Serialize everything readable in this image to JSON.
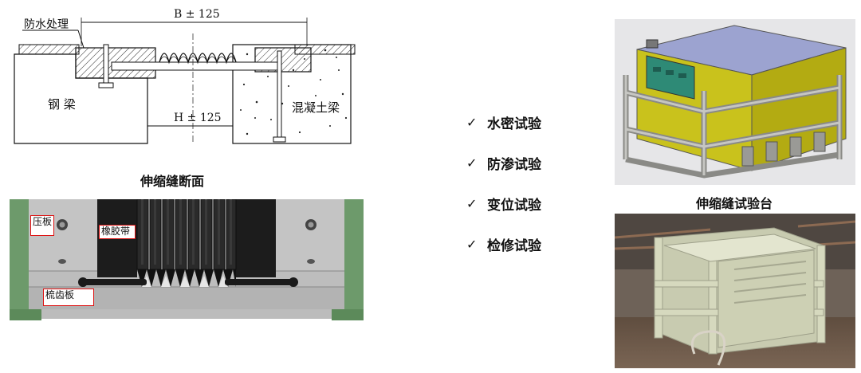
{
  "cross_section": {
    "label_waterproof": "防水处理",
    "label_b": "B ± 125",
    "label_h": "H ± 125",
    "label_steel_beam": "钢 梁",
    "label_concrete_beam": "混凝土梁",
    "caption": "伸缩缝断面"
  },
  "model_3d": {
    "label_press_plate": "压板",
    "label_rubber_band": "橡胶带",
    "label_comb_plate": "梳齿板"
  },
  "tests": {
    "check_symbol": "✓",
    "items": [
      "水密试验",
      "防渗试验",
      "变位试验",
      "检修试验"
    ]
  },
  "test_rig": {
    "caption": "伸缩缝试验台"
  },
  "colors": {
    "rig_yellow": "#c9c21c",
    "rig_frame": "#b9b9b4",
    "rig_top": "#9ca3d0",
    "rig_teal": "#2e8a76",
    "photo_frame": "#d6d9be",
    "model_green": "#6d9a6b",
    "model_gray": "#c8c8c8",
    "model_black": "#1a1a1a",
    "label_border": "#d11111"
  }
}
